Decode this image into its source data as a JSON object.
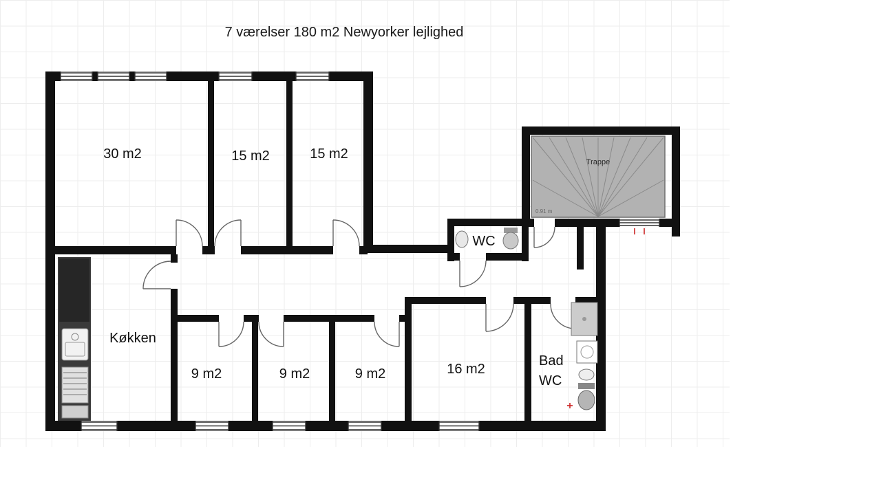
{
  "title": "7 værelser 180 m2 Newyorker lejlighed",
  "rooms": {
    "room_30": {
      "label": "30 m2"
    },
    "room_15_a": {
      "label": "15 m2"
    },
    "room_15_b": {
      "label": "15 m2"
    },
    "wc": {
      "label": "WC"
    },
    "stair": {
      "label": "Trappe"
    },
    "kitchen": {
      "label": "Køkken"
    },
    "room_9_a": {
      "label": "9 m2"
    },
    "room_9_b": {
      "label": "9 m2"
    },
    "room_9_c": {
      "label": "9 m2"
    },
    "room_16": {
      "label": "16 m2"
    },
    "bathroom": {
      "label_line1": "Bad",
      "label_line2": "WC"
    }
  },
  "annotations": {
    "stair_door_width": "0.91 m"
  },
  "colors": {
    "wall": "#111111",
    "stair_fill": "#b2b2b2",
    "counter_dark": "#3a3a3a",
    "grid_line": "#ededed",
    "accent_red": "#cc2222"
  }
}
